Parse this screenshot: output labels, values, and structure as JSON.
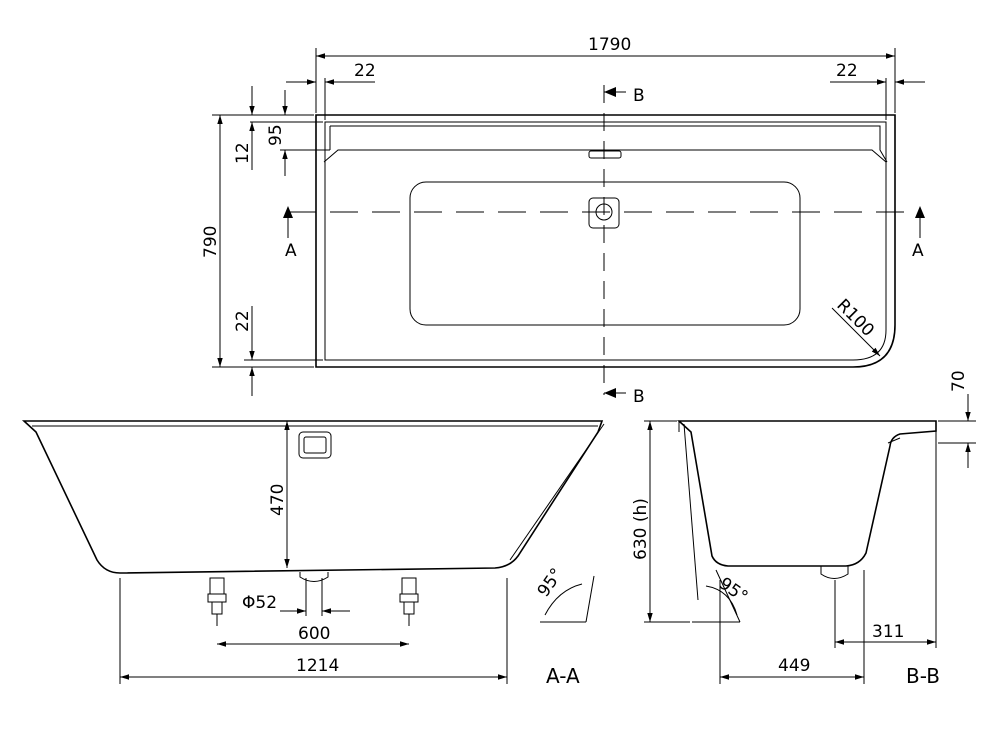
{
  "top_view": {
    "overall_length": "1790",
    "rim_left": "22",
    "rim_right": "22",
    "overall_width": "790",
    "rim_back_95": "95",
    "rim_back_12": "12",
    "rim_front_22": "22",
    "corner_radius": "R100",
    "section_a": "A",
    "section_b": "B"
  },
  "section_aa": {
    "depth": "470",
    "drain_diameter": "Φ52",
    "feet_spacing": "600",
    "base_length": "1214",
    "angle": "95°",
    "title": "A-A"
  },
  "section_bb": {
    "height": "630 (h)",
    "rim_height": "70",
    "drain_offset": "311",
    "base_width": "449",
    "angle": "95°",
    "title": "B-B"
  }
}
